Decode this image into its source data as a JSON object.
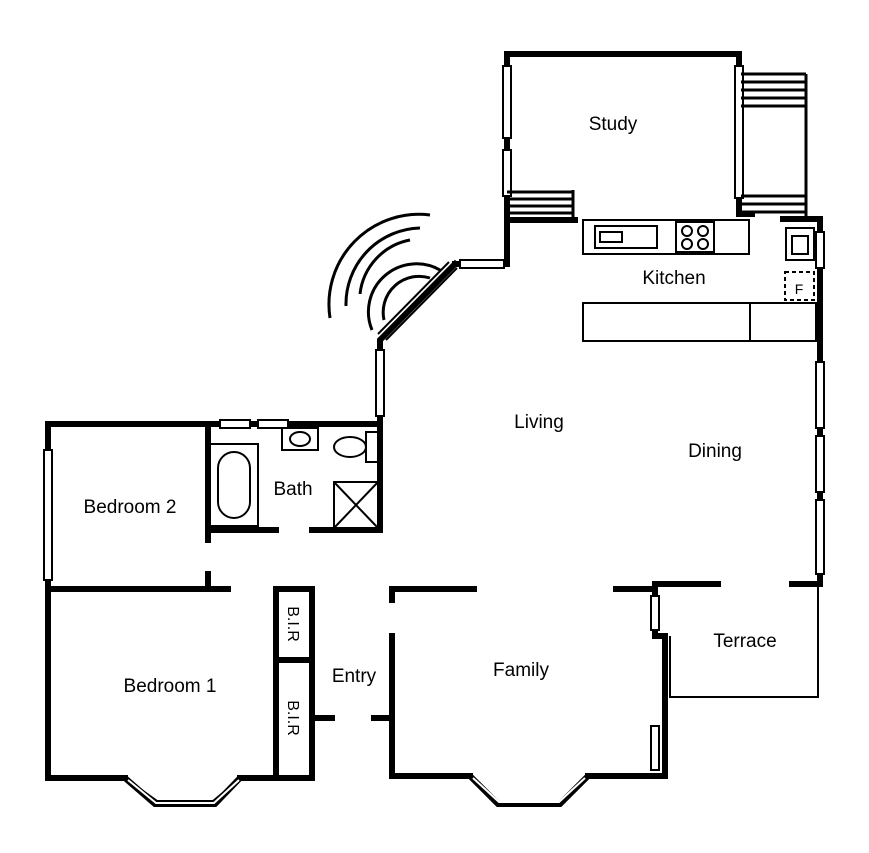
{
  "colors": {
    "ink": "#000000",
    "paper": "#ffffff"
  },
  "rooms": {
    "study": "Study",
    "kitchen": "Kitchen",
    "living": "Living",
    "dining": "Dining",
    "bedroom2": "Bedroom 2",
    "bath": "Bath",
    "bedroom1": "Bedroom 1",
    "entry": "Entry",
    "family": "Family",
    "terrace": "Terrace"
  },
  "built_in_robes": {
    "upper": "B.I.R",
    "lower": "B.I.R"
  },
  "fixtures": {
    "fridge_label": "F"
  }
}
